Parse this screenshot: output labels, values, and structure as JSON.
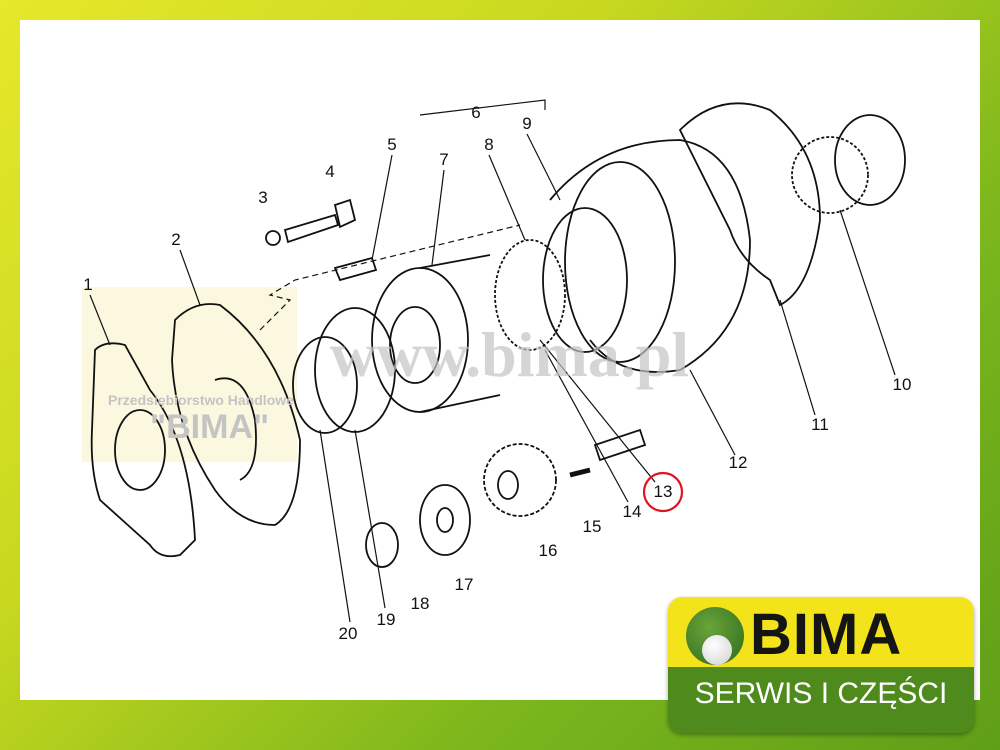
{
  "diagram": {
    "callouts": [
      "1",
      "2",
      "3",
      "4",
      "5",
      "6",
      "7",
      "8",
      "9",
      "10",
      "11",
      "12",
      "13",
      "14",
      "15",
      "16",
      "17",
      "18",
      "19",
      "20"
    ],
    "highlighted_callout": "13",
    "highlight_color": "#e0141e"
  },
  "watermark": {
    "url": "www.bima.pl",
    "company_line": "Przedsiębiorstwo Handlowe",
    "company_name": "\"BIMA\""
  },
  "logo": {
    "brand": "BIMA",
    "tagline": "SERWIS I CZĘŚCI",
    "colors": {
      "yellow": "#f3e31a",
      "green": "#4f8a1c"
    }
  }
}
